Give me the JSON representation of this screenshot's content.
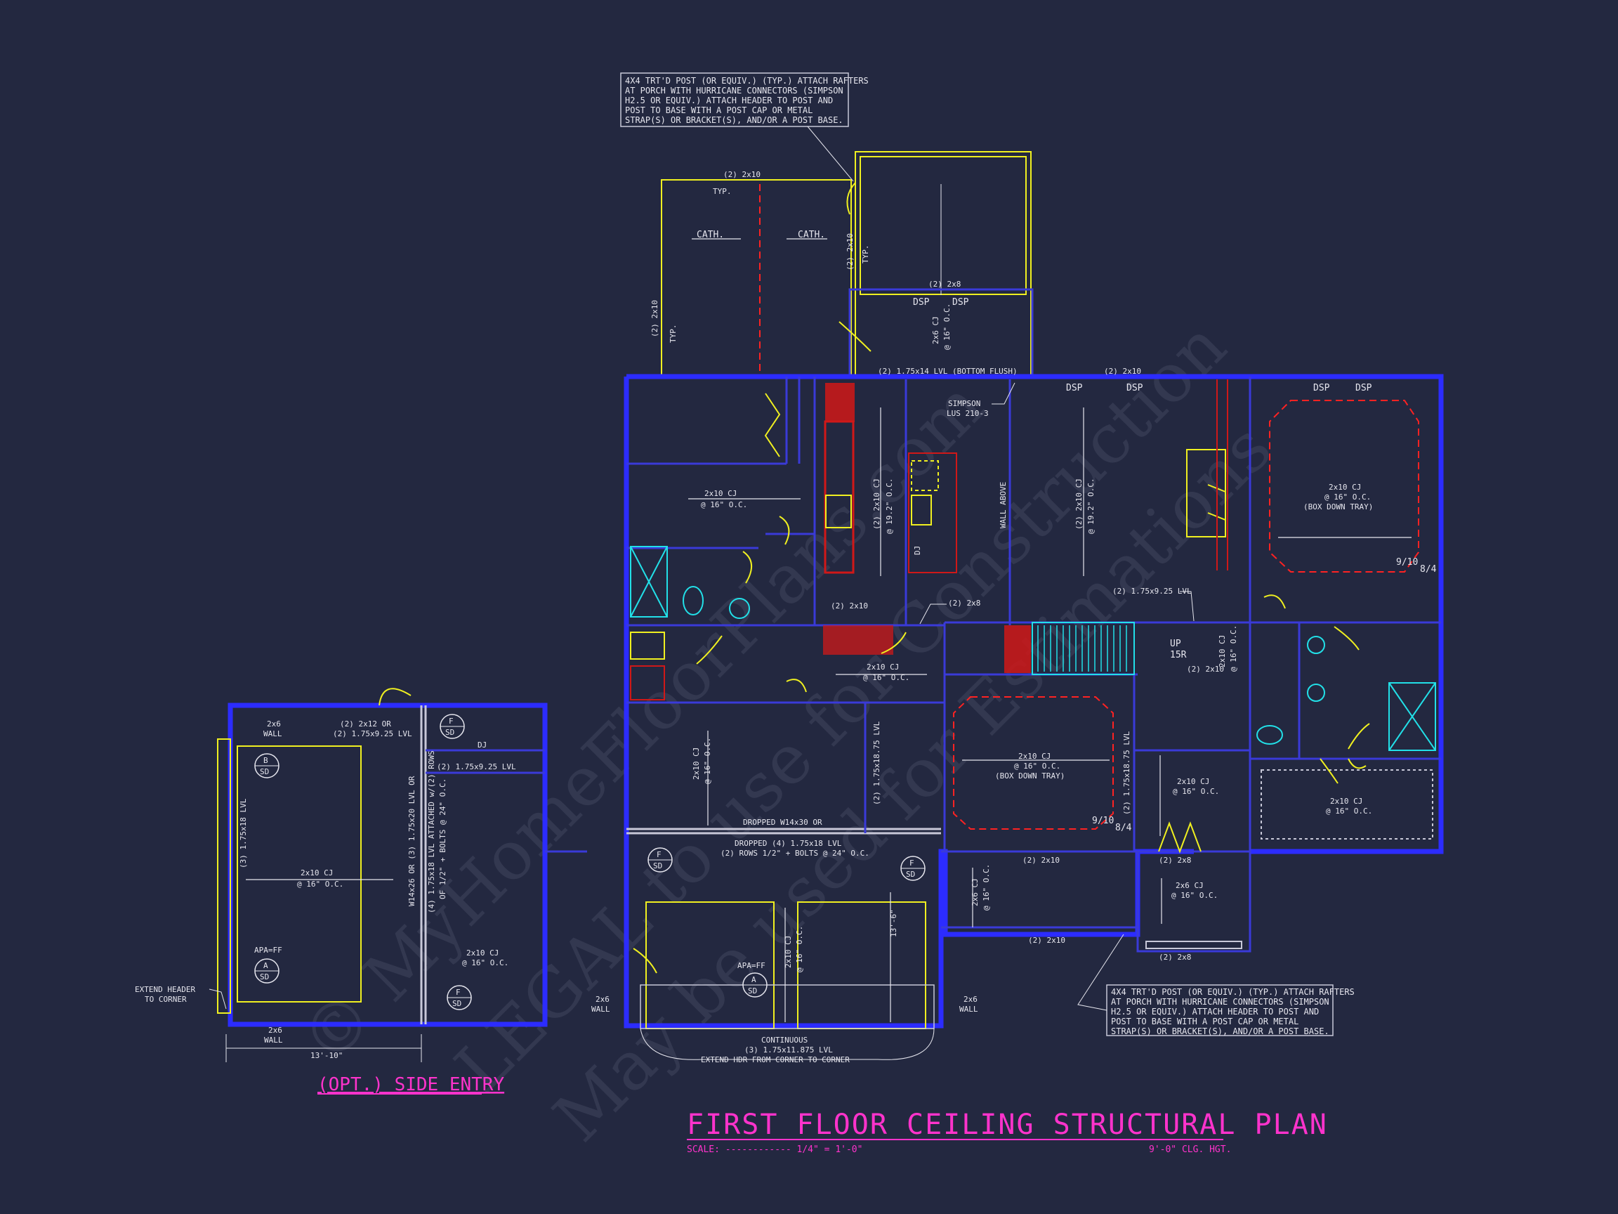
{
  "drawing": {
    "title": "FIRST FLOOR CEILING STRUCTURAL PLAN",
    "scale": "SCALE: ------------ 1/4\" = 1'-0\"",
    "ceiling_height": "9'-0\" CLG. HGT.",
    "side_entry_title": "(OPT.) SIDE ENTRY",
    "watermark_1": "© MyHomeFloorPlans.com",
    "watermark_2": "LEGAL to use for Construction",
    "watermark_3": "May be used for Estimations"
  },
  "notes": {
    "porch_note_top": [
      "4X4 TRT'D POST (OR EQUIV.) (TYP.) ATTACH RAFTERS",
      "AT PORCH WITH HURRICANE CONNECTORS (SIMPSON",
      "H2.5 OR EQUIV.) ATTACH HEADER TO POST AND",
      "POST TO BASE WITH A POST CAP OR METAL",
      "STRAP(S) OR BRACKET(S), AND/OR A POST BASE."
    ],
    "porch_note_bottom": [
      "4X4 TRT'D POST (OR EQUIV.) (TYP.) ATTACH RAFTERS",
      "AT PORCH WITH HURRICANE CONNECTORS (SIMPSON",
      "H2.5 OR EQUIV.) ATTACH HEADER TO POST AND",
      "POST TO BASE WITH A POST CAP OR METAL",
      "STRAP(S) OR BRACKET(S), AND/OR A POST BASE."
    ]
  },
  "labels": {
    "porch_2x10_top": "(2) 2x10",
    "typ_top": "TYP.",
    "cath_1": "CATH.",
    "cath_2": "CATH.",
    "porch_2x10_left": "(2) 2x10",
    "typ_left": "TYP.",
    "porch_2x10_right": "(2) 2x10",
    "typ_right": "TYP.",
    "rear_2x8": "(2) 2x8",
    "dsp_1": "DSP",
    "dsp_2": "DSP",
    "cj_2x6_rear": "2x6 CJ",
    "cj_2x6_rear_oc": "@ 16\" O.C.",
    "lvl_bottom_flush": "(2) 1.75x14 LVL (BOTTOM FLUSH)",
    "simpson_1": "SIMPSON",
    "simpson_2": "LUS 210-3",
    "h_2x10_mid": "(2) 2x10",
    "dsp_3": "DSP",
    "dsp_4": "DSP",
    "dsp_5": "DSP",
    "dsp_6": "DSP",
    "cj_laundry": "2x10 CJ",
    "cj_laundry_oc": "@ 16\" O.C.",
    "cj_kitchen": "(2) 2x10 CJ",
    "cj_kitchen_oc": "@ 19.2\" O.C.",
    "dj_kitchen": "DJ",
    "wall_above": "WALL ABOVE",
    "cj_family": "(2) 2x10 CJ",
    "cj_family_oc": "@ 19.2\" O.C.",
    "cj_master": "2x10 CJ",
    "cj_master_oc": "@ 16\" O.C.",
    "box_tray_master": "(BOX DOWN TRAY)",
    "tray_910_a": "9/10",
    "tray_84_a": "8/4",
    "lvl_975": "(2) 1.75x9.25 LVL",
    "h_2x10_pantry": "(2) 2x10",
    "h_2x8_pantry": "(2) 2x8",
    "stair_up": "UP",
    "stair_15r": "15R",
    "cj_stair_2x10": "(2) 2x10",
    "cj_mud": "2x10 CJ",
    "cj_mud_oc": "@ 16\" O.C.",
    "cj_garage_rear": "2x10 CJ",
    "cj_garage_rear_oc": "@ 16\" O.C.",
    "lvl_1875": "(2) 1.75x18.75 LVL",
    "cj_dining": "2x10 CJ",
    "cj_dining_oc": "@ 16\" O.C.",
    "box_tray_dining": "(BOX DOWN TRAY)",
    "tray_910_b": "9/10",
    "tray_84_b": "8/4",
    "cj_foyer": "2x10 CJ",
    "cj_foyer_oc": "@ 16\" O.C.",
    "cj_bed2": "2x10 CJ",
    "cj_bed2_oc": "@ 16\" O.C.",
    "dropped_1": "DROPPED W14x30 OR",
    "dropped_2": "DROPPED (4) 1.75x18 LVL",
    "dropped_3": "(2) ROWS 1/2\" + BOLTS @ 24\" O.C.",
    "front_2x10": "(2) 2x10",
    "front_2x8_a": "(2) 2x8",
    "cj_porch": "2x6 CJ",
    "cj_porch_oc": "@ 16\" O.C.",
    "front_2x8_b": "(2) 2x8",
    "cj_office": "2x6 CJ",
    "cj_office_oc": "@ 16\" O.C.",
    "front_2x10_b": "(2) 2x10",
    "apa_ff": "APA=FF",
    "cj_garage": "2x10 CJ",
    "cj_garage_oc": "@ 16\" O.C.",
    "dim_13_6": "13'-6\"",
    "wall_2x6_l": "2x6",
    "wall_2x6_l2": "WALL",
    "wall_2x6_r": "2x6",
    "wall_2x6_r2": "WALL",
    "continuous": "CONTINUOUS",
    "lvl_1185": "(3) 1.75x11.875 LVL",
    "extend_hdr": "EXTEND HDR FROM CORNER TO CORNER",
    "se_2x6_wall_top": "2x6",
    "se_2x6_wall_top2": "WALL",
    "se_hdr": "(2) 2x12 OR",
    "se_hdr2": "(2) 1.75x9.25 LVL",
    "se_dj": "DJ",
    "se_lvl": "(2) 1.75x9.25 LVL",
    "se_lvl_side": "(3) 1.75x18 LVL",
    "se_cj": "2x10 CJ",
    "se_cj_oc": "@ 16\" O.C.",
    "se_apa": "APA=FF",
    "se_w14": "W14x26 OR (3) 1.75x20 LVL OR",
    "se_w14b": "(4) 1.75x18 LVL ATTACHED w/(2) ROWS",
    "se_w14c": "OF 1/2\" + BOLTS @ 24\" O.C.",
    "se_cj2": "2x10 CJ",
    "se_cj2_oc": "@ 16\" O.C.",
    "se_extend": "EXTEND HEADER",
    "se_extend2": "TO CORNER",
    "se_2x6_bot": "2x6",
    "se_2x6_bot2": "WALL",
    "se_dim": "13'-10\"",
    "tag_b": "B",
    "tag_a": "A",
    "tag_f": "F",
    "tag_sd": "SD"
  }
}
